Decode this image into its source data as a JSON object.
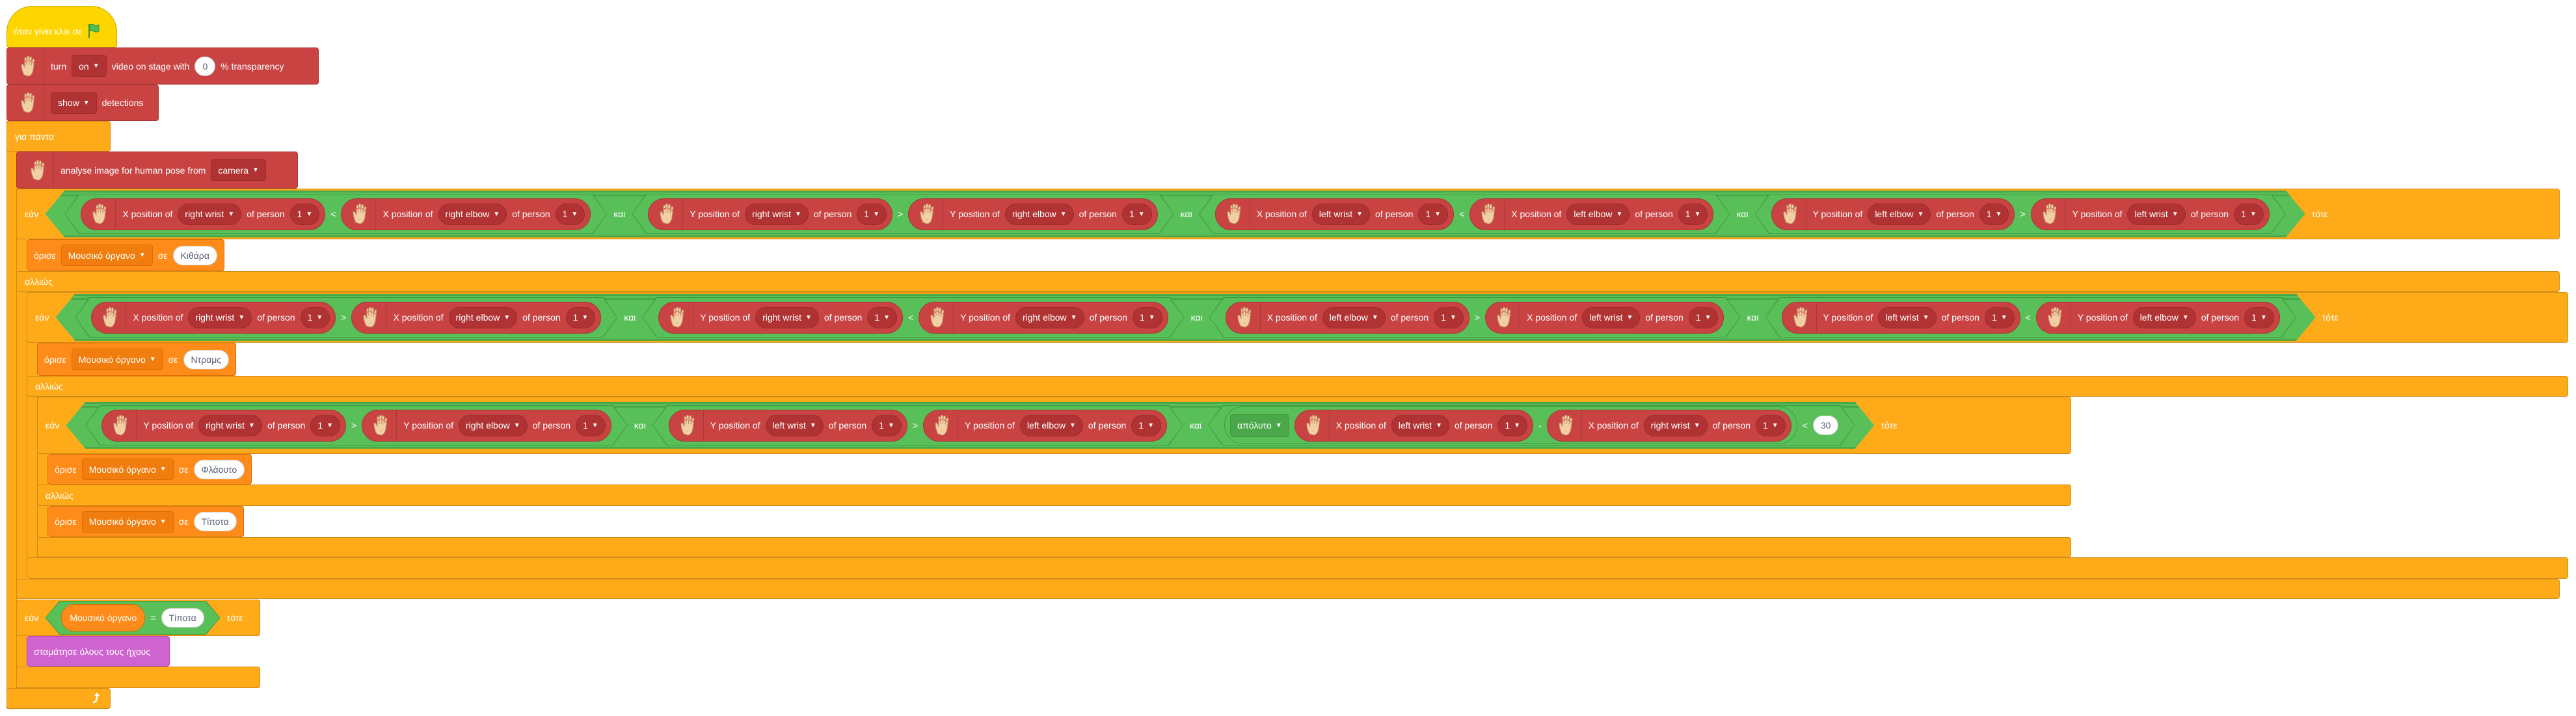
{
  "hat": {
    "label": "όταν γίνει κλικ σε"
  },
  "video": {
    "turn": "turn",
    "state": "on",
    "mid": "video on stage with",
    "transparency": "0",
    "suffix": "% transparency"
  },
  "detections": {
    "state": "show",
    "label": "detections"
  },
  "forever": {
    "label": "για πάντα"
  },
  "analyse": {
    "label": "analyse image for human pose from",
    "source": "camera"
  },
  "control": {
    "if": "εάν",
    "then": "τότε",
    "else": "αλλιώς",
    "and": "και"
  },
  "conditions": [
    [
      {
        "left": {
          "axis": "X position of",
          "part": "right wrist",
          "of": "of person",
          "n": "1"
        },
        "op": "<",
        "right": {
          "axis": "X position of",
          "part": "right elbow",
          "of": "of person",
          "n": "1"
        }
      },
      {
        "left": {
          "axis": "Y position of",
          "part": "right wrist",
          "of": "of person",
          "n": "1"
        },
        "op": ">",
        "right": {
          "axis": "Y position of",
          "part": "right elbow",
          "of": "of person",
          "n": "1"
        }
      },
      {
        "left": {
          "axis": "X position of",
          "part": "left wrist",
          "of": "of person",
          "n": "1"
        },
        "op": "<",
        "right": {
          "axis": "X position of",
          "part": "left elbow",
          "of": "of person",
          "n": "1"
        }
      },
      {
        "left": {
          "axis": "Y position of",
          "part": "left elbow",
          "of": "of person",
          "n": "1"
        },
        "op": ">",
        "right": {
          "axis": "Y position of",
          "part": "left wrist",
          "of": "of person",
          "n": "1"
        }
      }
    ],
    [
      {
        "left": {
          "axis": "X position of",
          "part": "right wrist",
          "of": "of person",
          "n": "1"
        },
        "op": ">",
        "right": {
          "axis": "X position of",
          "part": "right elbow",
          "of": "of person",
          "n": "1"
        }
      },
      {
        "left": {
          "axis": "Y position of",
          "part": "right wrist",
          "of": "of person",
          "n": "1"
        },
        "op": "<",
        "right": {
          "axis": "Y position of",
          "part": "right elbow",
          "of": "of person",
          "n": "1"
        }
      },
      {
        "left": {
          "axis": "X position of",
          "part": "left elbow",
          "of": "of person",
          "n": "1"
        },
        "op": ">",
        "right": {
          "axis": "X position of",
          "part": "left wrist",
          "of": "of person",
          "n": "1"
        }
      },
      {
        "left": {
          "axis": "Y position of",
          "part": "left wrist",
          "of": "of person",
          "n": "1"
        },
        "op": "<",
        "right": {
          "axis": "Y position of",
          "part": "left elbow",
          "of": "of person",
          "n": "1"
        }
      }
    ],
    [
      {
        "left": {
          "axis": "Y position of",
          "part": "right wrist",
          "of": "of person",
          "n": "1"
        },
        "op": ">",
        "right": {
          "axis": "Y position of",
          "part": "right elbow",
          "of": "of person",
          "n": "1"
        }
      },
      {
        "left": {
          "axis": "Y position of",
          "part": "left wrist",
          "of": "of person",
          "n": "1"
        },
        "op": ">",
        "right": {
          "axis": "Y position of",
          "part": "left elbow",
          "of": "of person",
          "n": "1"
        }
      },
      {
        "abs": "απόλυτο",
        "left": {
          "axis": "X position of",
          "part": "left wrist",
          "of": "of person",
          "n": "1"
        },
        "minus": "-",
        "right": {
          "axis": "X position of",
          "part": "right wrist",
          "of": "of person",
          "n": "1"
        },
        "op": "<",
        "value": "30"
      }
    ]
  ],
  "sets": [
    {
      "label": "όρισε",
      "var": "Μουσικό όργανο",
      "to": "σε",
      "value": "Κιθάρα"
    },
    {
      "label": "όρισε",
      "var": "Μουσικό όργανο",
      "to": "σε",
      "value": "Ντραμς"
    },
    {
      "label": "όρισε",
      "var": "Μουσικό όργανο",
      "to": "σε",
      "value": "Φλάουτο"
    },
    {
      "label": "όρισε",
      "var": "Μουσικό όργανο",
      "to": "σε",
      "value": "Τίποτα"
    }
  ],
  "final_if": {
    "var": "Μουσικό όργανο",
    "op": "=",
    "value": "Τίποτα"
  },
  "stop": {
    "label": "σταμάτησε όλους τους ήχους"
  },
  "colors": {
    "pose": "#c94343",
    "control": "#ffab19",
    "operator": "#59c059",
    "variable": "#ff8c1a",
    "sound": "#cf63cf",
    "event": "#ffd500"
  }
}
